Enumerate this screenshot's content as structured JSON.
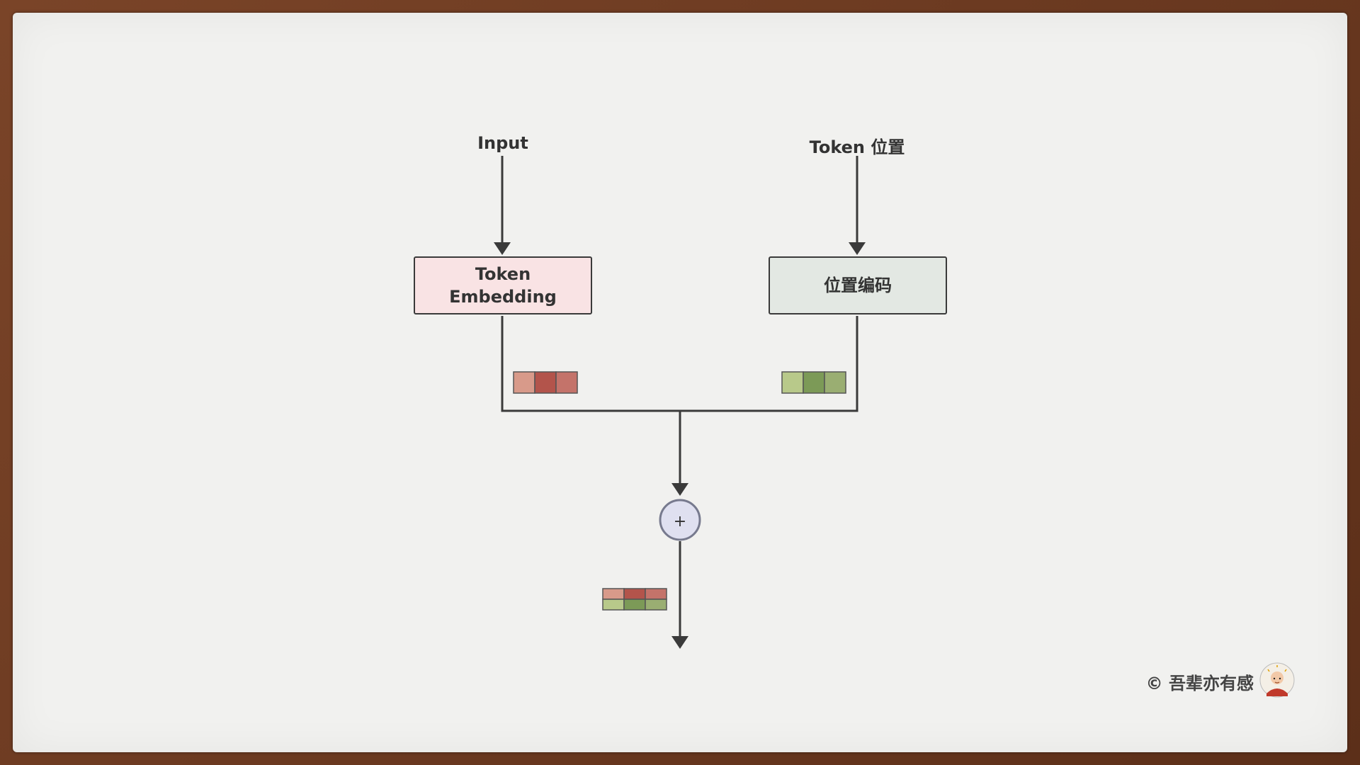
{
  "diagram": {
    "input_label": "Input",
    "position_label": "Token 位置",
    "embedding_box": {
      "line1": "Token",
      "line2": "Embedding",
      "fill": "#f9e3e4"
    },
    "position_box": {
      "label": "位置编码",
      "fill": "#e3e8e3"
    },
    "add_symbol": "+",
    "embedding_vector_colors": [
      "#d89a8a",
      "#b3544b",
      "#c4736a"
    ],
    "position_vector_colors": [
      "#b8c98a",
      "#7c9a57",
      "#9aae72"
    ],
    "sum_vector_top_colors": [
      "#d89a8a",
      "#b3544b",
      "#c4736a"
    ],
    "sum_vector_bottom_colors": [
      "#b8c98a",
      "#7c9a57",
      "#9aae72"
    ]
  },
  "watermark": {
    "text": "© 吾辈亦有感"
  },
  "icons": {
    "avatar": "avatar-icon"
  }
}
